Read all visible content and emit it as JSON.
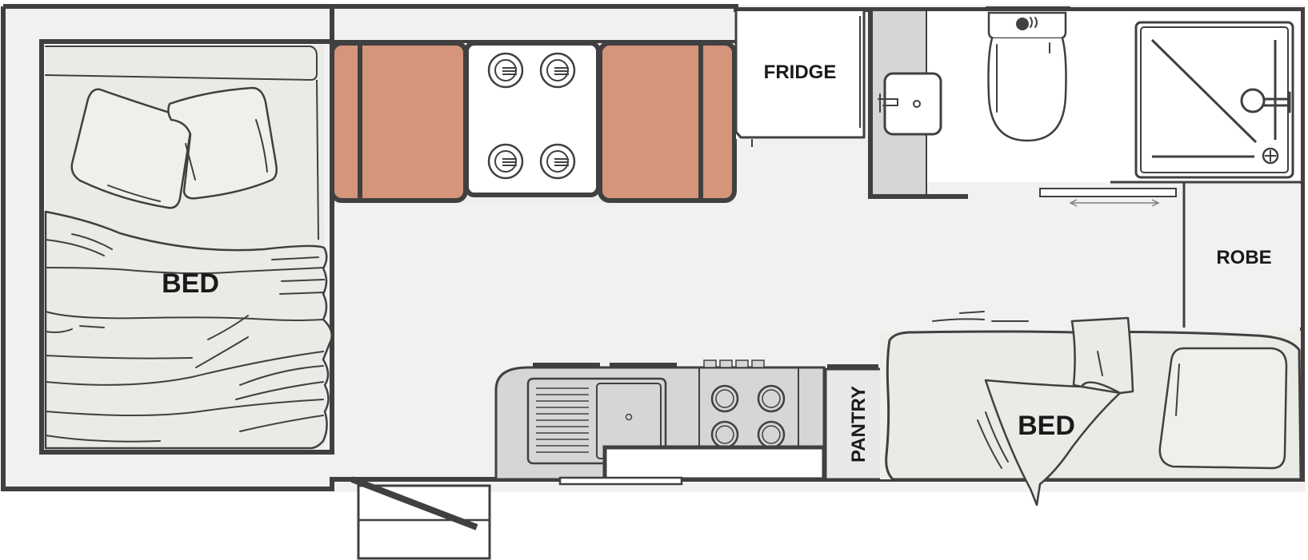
{
  "floorplan": {
    "labels": {
      "bed_rear": "BED",
      "bed_front": "BED",
      "fridge": "FRIDGE",
      "robe": "ROBE",
      "pantry": "PANTRY"
    },
    "colors": {
      "wall": "#404040",
      "floor": "#f1f1f1",
      "bed": "#e9ebe7",
      "seat": "#d4957a",
      "cabinet": "#d6d6d6",
      "hob": "#ffffff"
    }
  }
}
